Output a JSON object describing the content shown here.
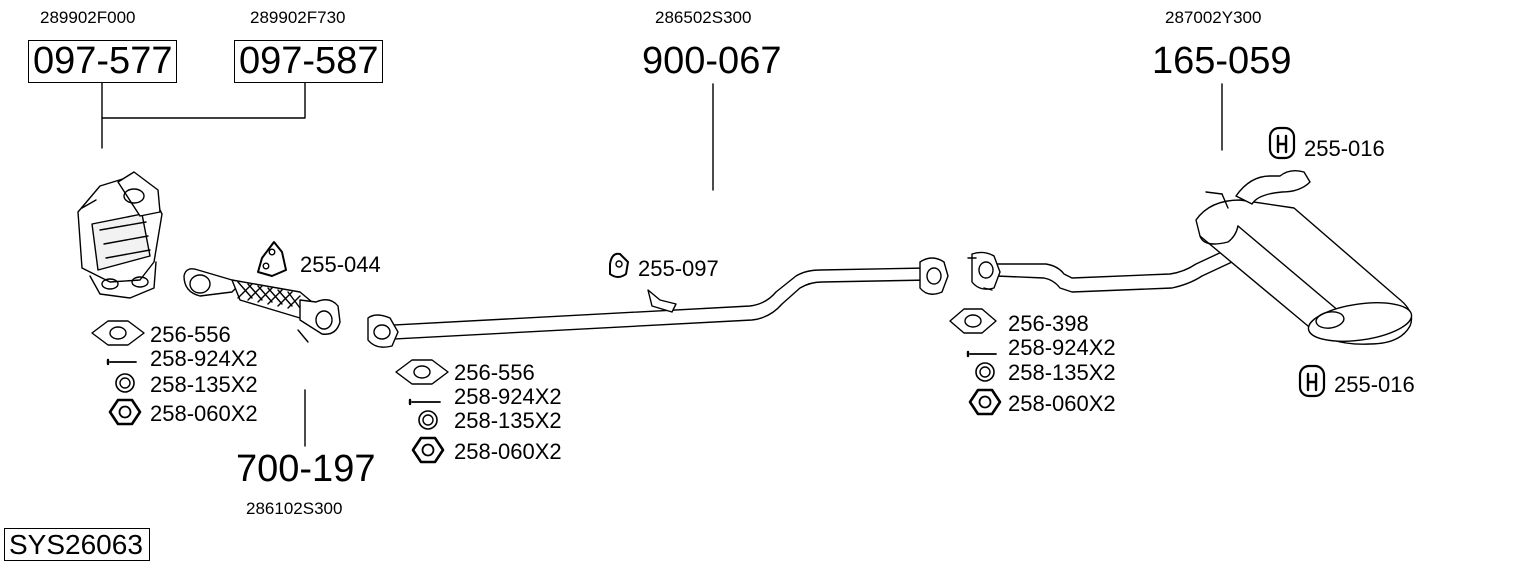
{
  "oem_numbers": {
    "cat1": "289902F000",
    "cat2": "289902F730",
    "mid_pipe": "286502S300",
    "rear_box": "287002Y300",
    "front_pipe": "286102S300"
  },
  "main_parts": {
    "cat1": "097-577",
    "cat2": "097-587",
    "mid_pipe": "900-067",
    "rear_box": "165-059",
    "front_pipe": "700-197"
  },
  "fittings": {
    "hanger_front": "255-044",
    "hanger_mid": "255-097",
    "hanger_rear_top": "255-016",
    "hanger_rear_bottom": "255-016",
    "set1": {
      "gasket": "256-556",
      "bolt": "258-924X2",
      "washer": "258-135X2",
      "nut": "258-060X2"
    },
    "set2": {
      "gasket": "256-556",
      "bolt": "258-924X2",
      "washer": "258-135X2",
      "nut": "258-060X2"
    },
    "set3": {
      "gasket": "256-398",
      "bolt": "258-924X2",
      "washer": "258-135X2",
      "nut": "258-060X2"
    }
  },
  "system_id": "SYS26063"
}
